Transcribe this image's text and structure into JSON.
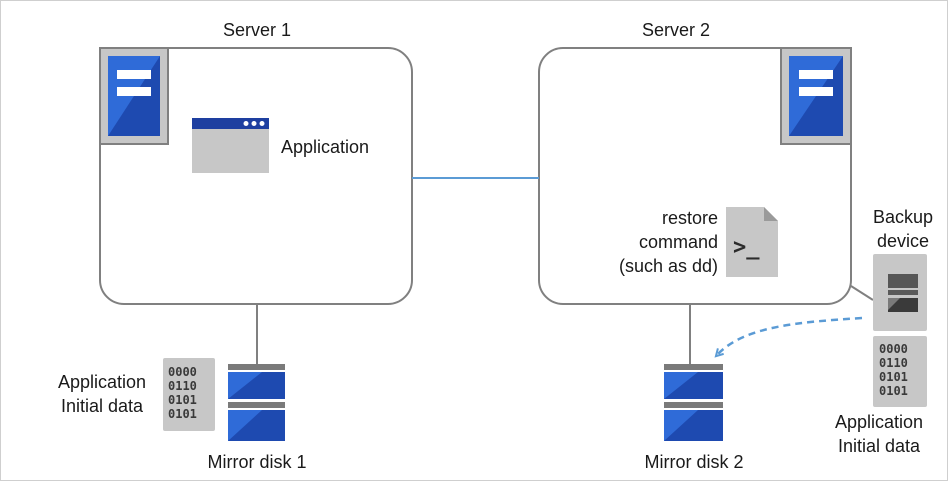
{
  "servers": [
    {
      "label": "Server 1"
    },
    {
      "label": "Server 2"
    }
  ],
  "application": {
    "label": "Application"
  },
  "restore": {
    "label_lines": [
      "restore",
      "command",
      "(such as dd)"
    ]
  },
  "backup": {
    "label_lines": [
      "Backup",
      "device"
    ]
  },
  "disks": [
    {
      "label": "Mirror disk 1"
    },
    {
      "label": "Mirror disk 2"
    }
  ],
  "initial_data": [
    {
      "label_lines": [
        "Application",
        "Initial data"
      ]
    },
    {
      "label_lines": [
        "Application",
        "Initial data"
      ]
    }
  ],
  "binary_rows": [
    "0000",
    "0110",
    "0101",
    "0101"
  ],
  "prompt_glyph": ">_",
  "colors": {
    "server_border": "#808080",
    "server_blue": "#1e4ab0",
    "server_blue_light": "#2f6bd8",
    "network_line": "#5b9bd5",
    "restore_arrow": "#5b9bd5",
    "gray_panel": "#c7c7c7"
  }
}
